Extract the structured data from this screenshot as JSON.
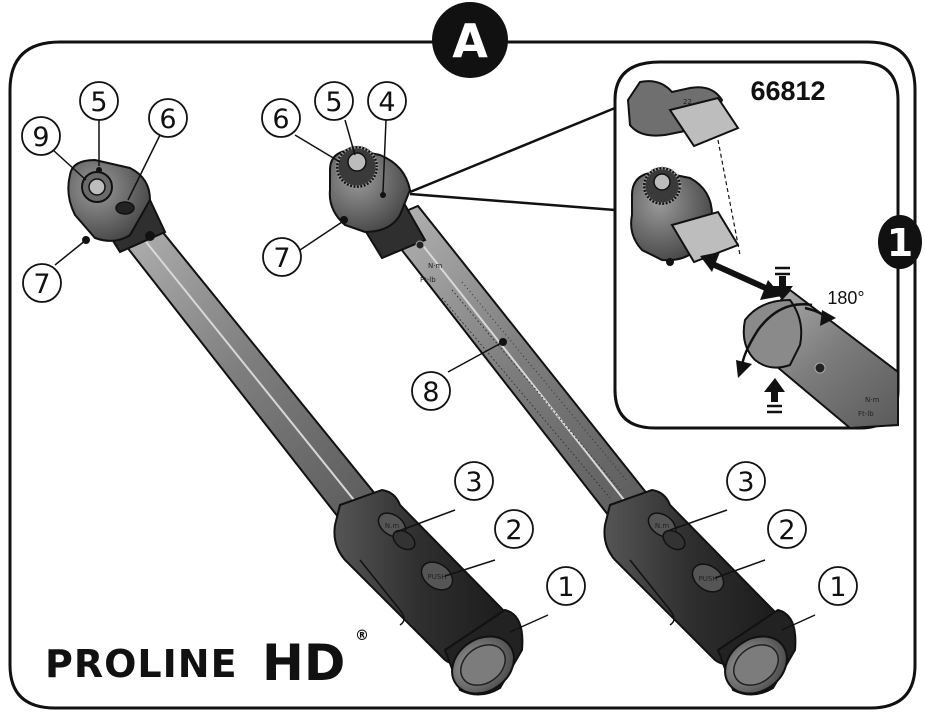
{
  "panel_label": "A",
  "inset": {
    "product_code": "66812",
    "rotation_label": "180°",
    "step_badge": "1",
    "socket_size_text": "22",
    "head_scale_text": [
      "N·m",
      "Ft-lb"
    ]
  },
  "brand": {
    "name_part1": "PROLINE",
    "name_part2": "HD",
    "registered_mark": "®"
  },
  "button_labels": {
    "unit_button": "N.m",
    "push_button": "PUSH"
  },
  "scale_labels": [
    "N·m",
    "Ft-lb"
  ],
  "callouts": [
    {
      "id": "left-9",
      "label": "9"
    },
    {
      "id": "left-5",
      "label": "5"
    },
    {
      "id": "left-6",
      "label": "6"
    },
    {
      "id": "left-7",
      "label": "7"
    },
    {
      "id": "left-3",
      "label": "3"
    },
    {
      "id": "left-2",
      "label": "2"
    },
    {
      "id": "left-1",
      "label": "1"
    },
    {
      "id": "right-6",
      "label": "6"
    },
    {
      "id": "right-5",
      "label": "5"
    },
    {
      "id": "right-4",
      "label": "4"
    },
    {
      "id": "right-7",
      "label": "7"
    },
    {
      "id": "right-8",
      "label": "8"
    },
    {
      "id": "right-3",
      "label": "3"
    },
    {
      "id": "right-2",
      "label": "2"
    },
    {
      "id": "right-1",
      "label": "1"
    }
  ],
  "colors": {
    "outline": "#111111",
    "shaft": "#8a8a8a",
    "grip": "#3c3c3c",
    "head": "#4a4a4a",
    "badge": "#111111"
  }
}
